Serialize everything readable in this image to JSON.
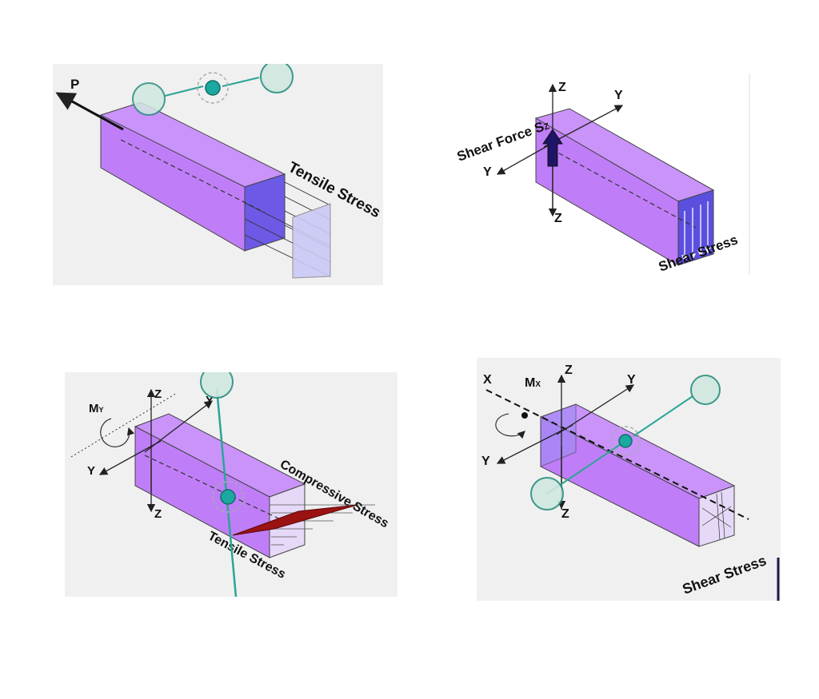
{
  "colors": {
    "panel_bg": "#f0f0f0",
    "beam_face": "#bf7ef7",
    "beam_top": "#c993fa",
    "beam_end": "#8f8bf0",
    "section_dark": "#5b4fe0",
    "compression_red": "#9b1212",
    "handle_fill": "#cfe8df",
    "handle_stroke": "#2a8f7f",
    "connector": "#2aa596",
    "center_dot": "#1aa8a0",
    "stress_plane": "#c9c9f5"
  },
  "panels": {
    "tension": {
      "load_label": "P",
      "stress_label": "Tensile Stress"
    },
    "shear": {
      "force_label": "Shear Force S",
      "force_subscript": "Z",
      "axis_z_top": "Z",
      "axis_z_bottom": "Z",
      "axis_y_right": "Y",
      "axis_y_left": "Y",
      "stress_label": "Shear Stress"
    },
    "bending": {
      "moment_label": "M",
      "moment_subscript": "Y",
      "axis_z_top": "Z",
      "axis_z_bottom": "Z",
      "axis_y_right": "Y",
      "axis_y_left": "Y",
      "compressive_label": "Compressive Stress",
      "tensile_label": "Tensile Stress"
    },
    "torsion": {
      "axis_x": "X",
      "moment_label": "M",
      "moment_subscript": "X",
      "axis_z_top": "Z",
      "axis_z_bottom": "Z",
      "axis_y_right": "Y",
      "axis_y_left": "Y",
      "stress_label": "Shear Stress"
    }
  }
}
